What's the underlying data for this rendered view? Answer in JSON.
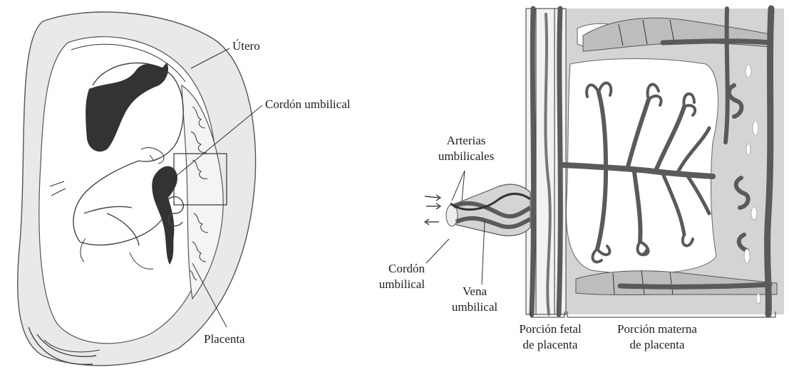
{
  "left_panel": {
    "labels": {
      "utero": "Útero",
      "cordon": "Cordón umbilical",
      "placenta": "Placenta"
    }
  },
  "right_panel": {
    "labels": {
      "arterias_line1": "Arterias",
      "arterias_line2": "umbilicales",
      "cordon_line1": "Cordón",
      "cordon_line2": "umbilical",
      "vena_line1": "Vena",
      "vena_line2": "umbilical",
      "fetal_line1": "Porción fetal",
      "fetal_line2": "de placenta",
      "materna_line1": "Porción materna",
      "materna_line2": "de placenta"
    }
  },
  "colors": {
    "vessel": "#5a5a5a",
    "tissue": "#d4d4d4",
    "fetal_hair": "#333333",
    "background": "#ffffff"
  }
}
